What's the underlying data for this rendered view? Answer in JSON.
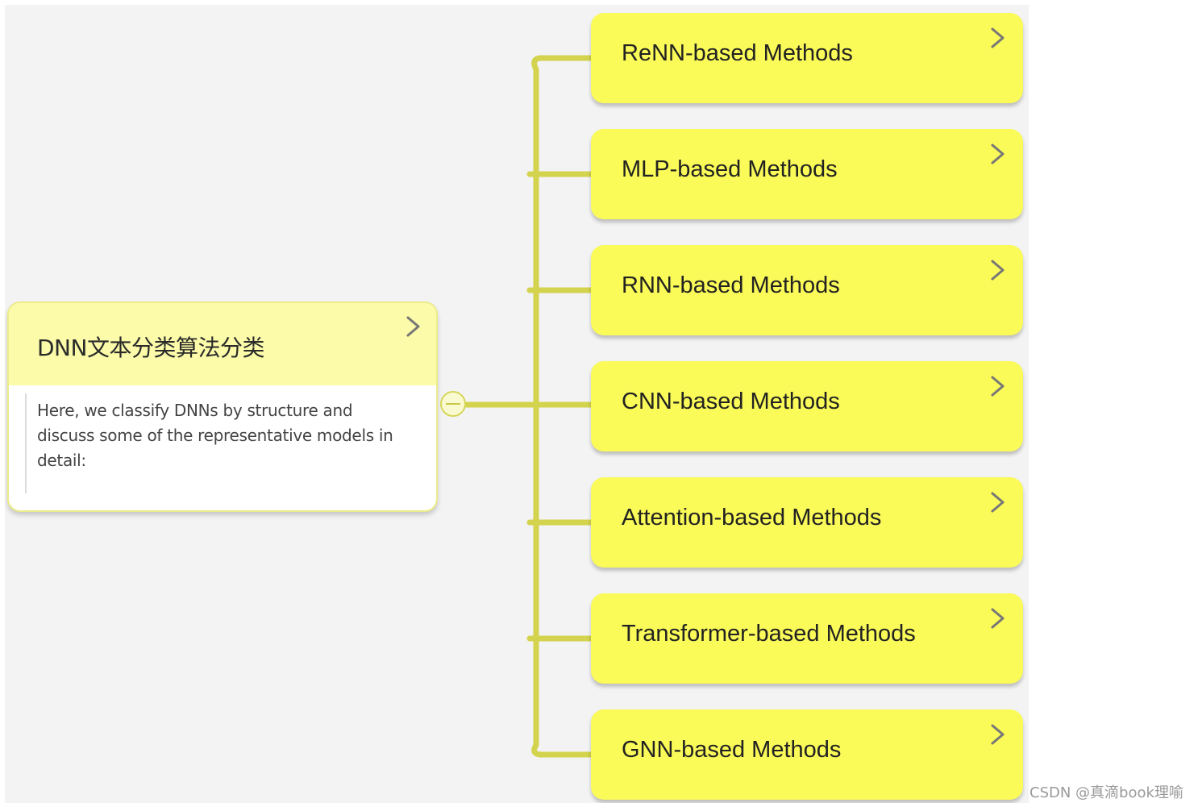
{
  "root": {
    "title": "DNN文本分类算法分类",
    "note": "Here, we classify DNNs by structure and discuss some of the representative models in detail:"
  },
  "children": [
    {
      "label": "ReNN-based Methods"
    },
    {
      "label": "MLP-based Methods"
    },
    {
      "label": "RNN-based Methods"
    },
    {
      "label": "CNN-based Methods"
    },
    {
      "label": "Attention-based Methods"
    },
    {
      "label": "Transformer-based Methods"
    },
    {
      "label": "GNN-based Methods"
    }
  ],
  "watermark": "CSDN @真滴book理喻",
  "colors": {
    "canvas": "#f3f3f3",
    "node_fill": "#fafa59",
    "root_header": "#fbfba9",
    "connector": "#d3d34e"
  },
  "icons": {
    "expand": "chevron-right-icon",
    "collapse": "collapse-circle-icon"
  }
}
